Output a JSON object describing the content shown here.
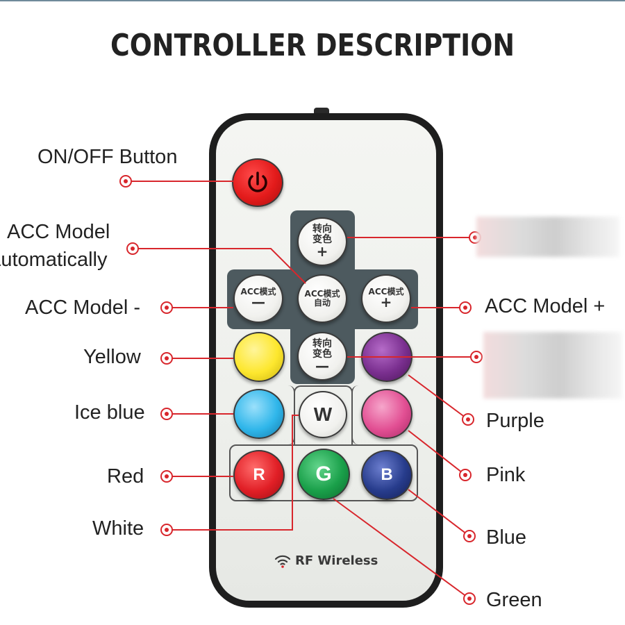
{
  "title": "CONTROLLER DESCRIPTION",
  "remote": {
    "buttons": {
      "power": {
        "color": "#e31b1b"
      },
      "dir_up": {
        "text": "转向\n变色",
        "symbol": "+"
      },
      "acc_minus": {
        "text": "ACC模式",
        "symbol": "—"
      },
      "acc_auto": {
        "text": "ACC模式\n自动",
        "symbol": ""
      },
      "acc_plus": {
        "text": "ACC模式",
        "symbol": "+"
      },
      "dir_down": {
        "text": "转向\n变色",
        "symbol": "—"
      },
      "yellow": {
        "color": "#fde72e"
      },
      "purple": {
        "color": "#7a2f8f"
      },
      "ice_blue": {
        "color": "#2fb6ea"
      },
      "w": {
        "letter": "W"
      },
      "pink": {
        "color": "#e24f93"
      },
      "r": {
        "letter": "R",
        "color": "#e11f26"
      },
      "g": {
        "letter": "G",
        "color": "#1aa04a"
      },
      "b": {
        "letter": "B",
        "color": "#273c8c"
      }
    },
    "brand": "RF Wireless"
  },
  "labels": {
    "on_off": "ON/OFF Button",
    "acc_auto_line1": "ACC Model",
    "acc_auto_line2": "Automatically",
    "acc_minus": "ACC Model -",
    "acc_plus": "ACC Model +",
    "yellow": "Yellow",
    "ice_blue": "Ice blue",
    "red": "Red",
    "white": "White",
    "purple": "Purple",
    "pink": "Pink",
    "blue": "Blue",
    "green": "Green"
  },
  "colors": {
    "callout_line": "#d8262c",
    "pad": "#4d5a5f"
  }
}
